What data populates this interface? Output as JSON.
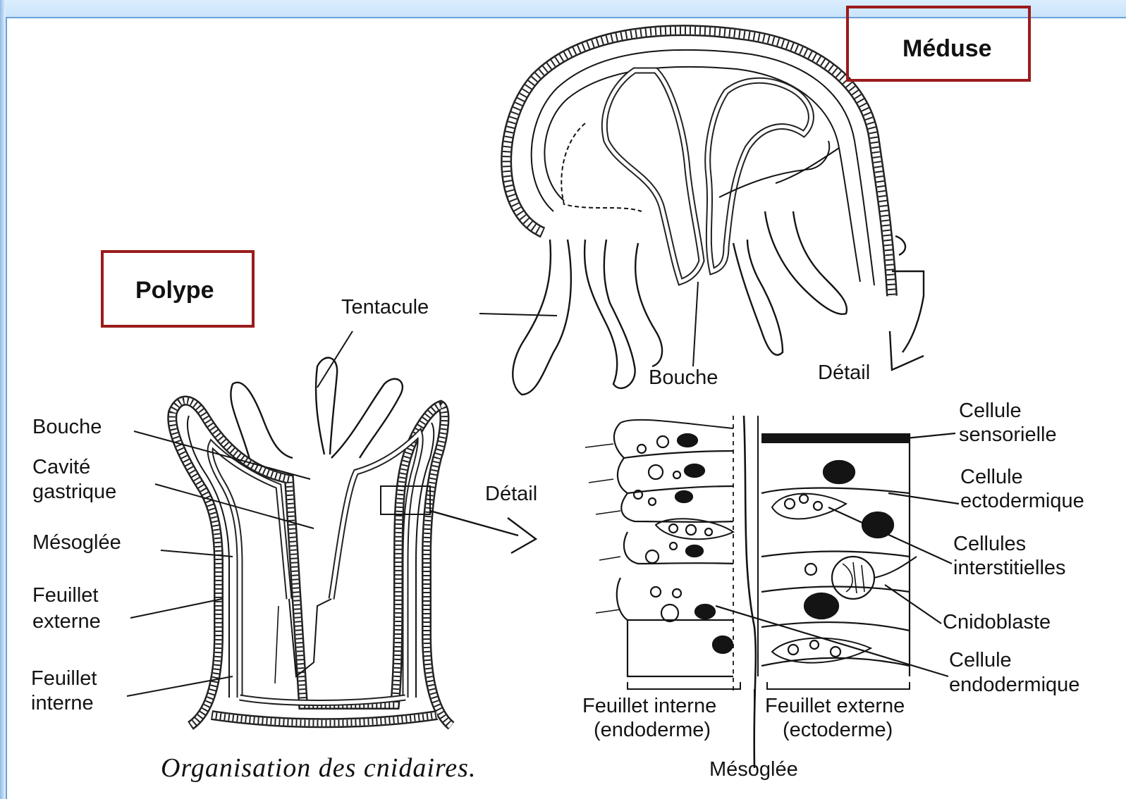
{
  "labels": {
    "meduse_title": "Méduse",
    "polype_title": "Polype",
    "tentacule": "Tentacule",
    "bouche_meduse": "Bouche",
    "detail_meduse": "Détail",
    "detail_polype": "Détail",
    "bouche_polype": "Bouche",
    "cavite_1": "Cavité",
    "cavite_2": "gastrique",
    "mesoglee_polype": "Mésoglée",
    "feuillet_externe_1": "Feuillet",
    "feuillet_externe_2": "externe",
    "feuillet_interne_1": "Feuillet",
    "feuillet_interne_2": "interne",
    "cellule_sensorielle_1": "Cellule",
    "cellule_sensorielle_2": "sensorielle",
    "cellule_ecto_1": "Cellule",
    "cellule_ecto_2": "ectodermique",
    "cellules_inter_1": "Cellules",
    "cellules_inter_2": "interstitielles",
    "cnidoblaste": "Cnidoblaste",
    "cellule_endo_1": "Cellule",
    "cellule_endo_2": "endodermique",
    "feuillet_interne_bottom_1": "Feuillet interne",
    "feuillet_interne_bottom_2": "(endoderme)",
    "feuillet_externe_bottom_1": "Feuillet externe",
    "feuillet_externe_bottom_2": "(ectoderme)",
    "mesoglee_bottom": "Mésoglée"
  },
  "caption": "Organisation des cnidaires.",
  "colors": {
    "box_border": "#9b1b1b",
    "frame_border": "#6aa1d9",
    "ink": "#141414"
  }
}
